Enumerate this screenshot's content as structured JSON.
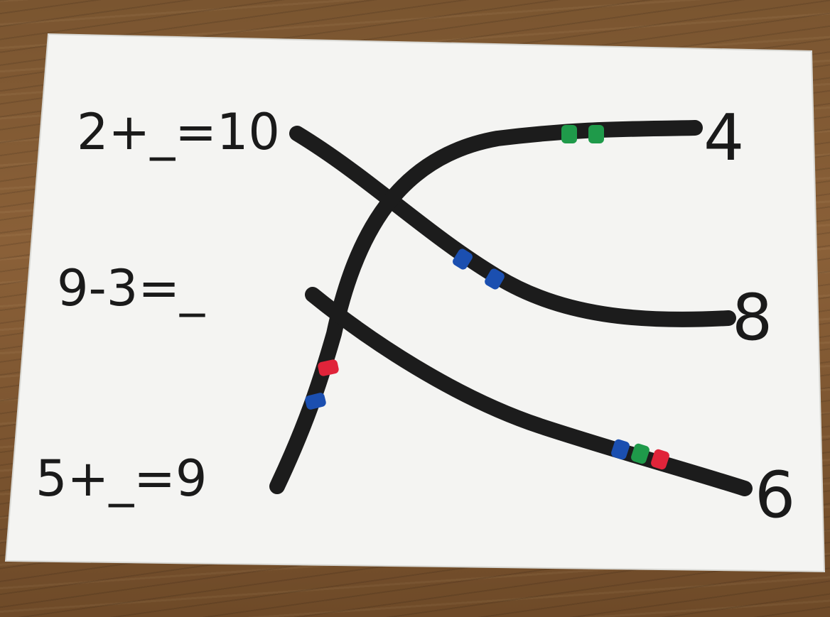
{
  "worksheet": {
    "left_equations": [
      "2+_=10",
      "9-3=_",
      "5+_=9"
    ],
    "right_answers": [
      "4",
      "8",
      "6"
    ]
  },
  "colors": {
    "paper": "#f4f4f2",
    "pipe_cleaner": "#1c1c1c",
    "bead_green": "#1f9a4a",
    "bead_blue": "#1b4fb0",
    "bead_red": "#e0243a",
    "table_wood": "#7a5530"
  },
  "beads": {
    "to_4": [
      "green",
      "green"
    ],
    "to_8": [
      "blue",
      "blue"
    ],
    "to_6": [
      "blue",
      "green",
      "red"
    ],
    "from_9": [
      "red",
      "blue"
    ]
  }
}
